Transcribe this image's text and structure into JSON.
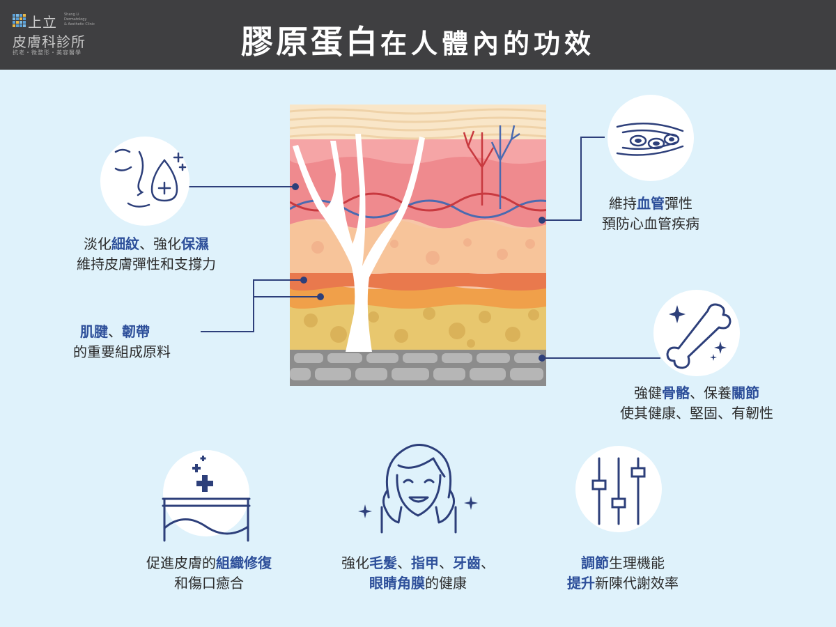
{
  "header": {
    "logo_name": "上立",
    "logo_en": [
      "Shang Li",
      "Dermatology",
      "& Aesthetic Clinic"
    ],
    "logo_sub1": "皮膚科診所",
    "logo_sub2": "抗老・微整形・美容醫學",
    "title_big": "膠原蛋白",
    "title_small": "在人體內的功效"
  },
  "captions": {
    "wrinkle": {
      "l1a": "淡化",
      "l1b": "細紋",
      "l1c": "、強化",
      "l1d": "保濕",
      "l2": "維持皮膚彈性和支撐力"
    },
    "tendon": {
      "l1a": "肌腱",
      "l1b": "、",
      "l1c": "韌帶",
      "l2": "的重要組成原料"
    },
    "vessel": {
      "l1a": "維持",
      "l1b": "血管",
      "l1c": "彈性",
      "l2": "預防心血管疾病"
    },
    "bone": {
      "l1a": "強健",
      "l1b": "骨骼",
      "l1c": "、保養",
      "l1d": "關節",
      "l2": "使其健康、堅固、有韌性"
    },
    "tissue": {
      "l1a": "促進皮膚的",
      "l1b": "組織修復",
      "l2": "和傷口癒合"
    },
    "hair": {
      "l1a": "強化",
      "l1b": "毛髮",
      "l1c": "、",
      "l1d": "指甲",
      "l1e": "、",
      "l1f": "牙齒",
      "l1g": "、",
      "l2a": "眼睛角膜",
      "l2b": "的健康"
    },
    "metabolism": {
      "l1a": "調節",
      "l1b": "生理機能",
      "l2a": "提升",
      "l2b": "新陳代謝效率"
    }
  },
  "icons": [
    "face-drop-icon",
    "tendon-line",
    "blood-vessel-icon",
    "bone-icon",
    "skin-repair-icon",
    "woman-face-icon",
    "slider-controls-icon"
  ],
  "colors": {
    "header": "#3f3f41",
    "background": "#dff2fb",
    "accent": "#2d4f9a",
    "icon": "#2d3f7a"
  }
}
